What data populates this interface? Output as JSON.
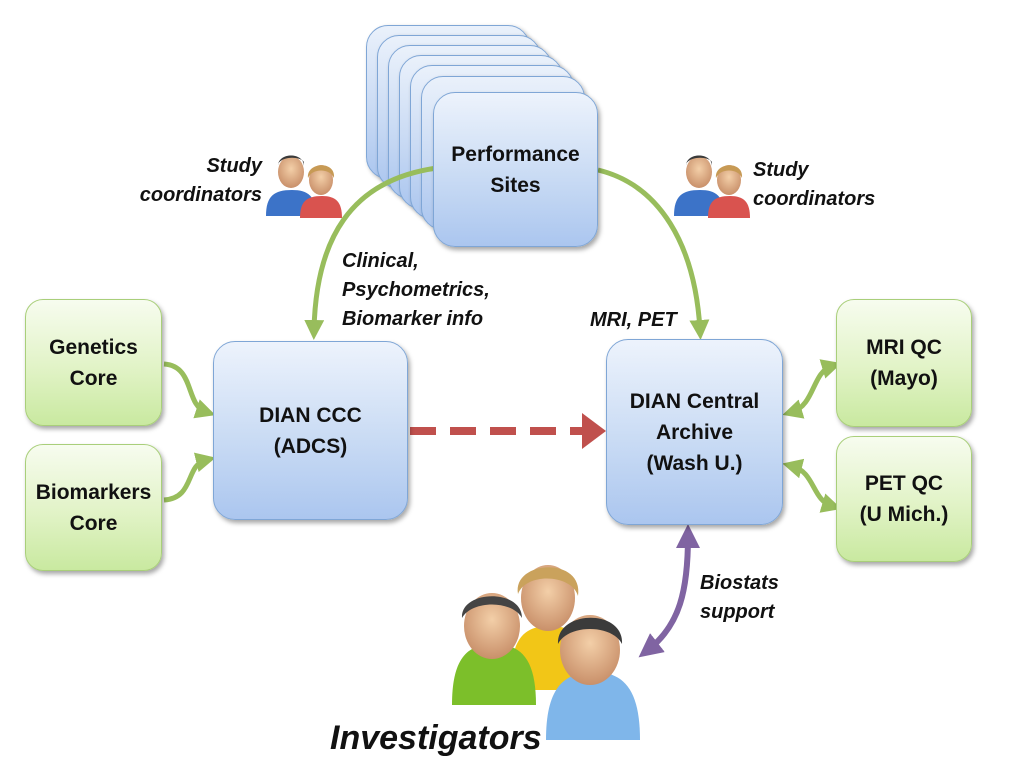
{
  "nodes": {
    "performance_sites": "Performance\nSites",
    "genetics_core": "Genetics\nCore",
    "biomarkers_core": "Biomarkers\nCore",
    "dian_ccc": "DIAN CCC\n(ADCS)",
    "dian_archive": "DIAN Central\nArchive\n(Wash U.)",
    "mri_qc": "MRI QC\n(Mayo)",
    "pet_qc": "PET QC\n(U Mich.)"
  },
  "labels": {
    "study_coordinators_left": "Study\ncoordinators",
    "study_coordinators_right": "Study\ncoordinators",
    "clinical_info": "Clinical,\nPsychometrics,\nBiomarker info",
    "mri_pet": "MRI, PET",
    "biostats_support": "Biostats\nsupport",
    "investigators": "Investigators"
  },
  "colors": {
    "site_arrow": "#98bd5c",
    "core_arrow": "#98bd5c",
    "data_flow_arrow": "#c0504d",
    "biostats_arrow": "#8064a2"
  },
  "icons": [
    "people-icon",
    "people-icon",
    "investigators-icon"
  ]
}
